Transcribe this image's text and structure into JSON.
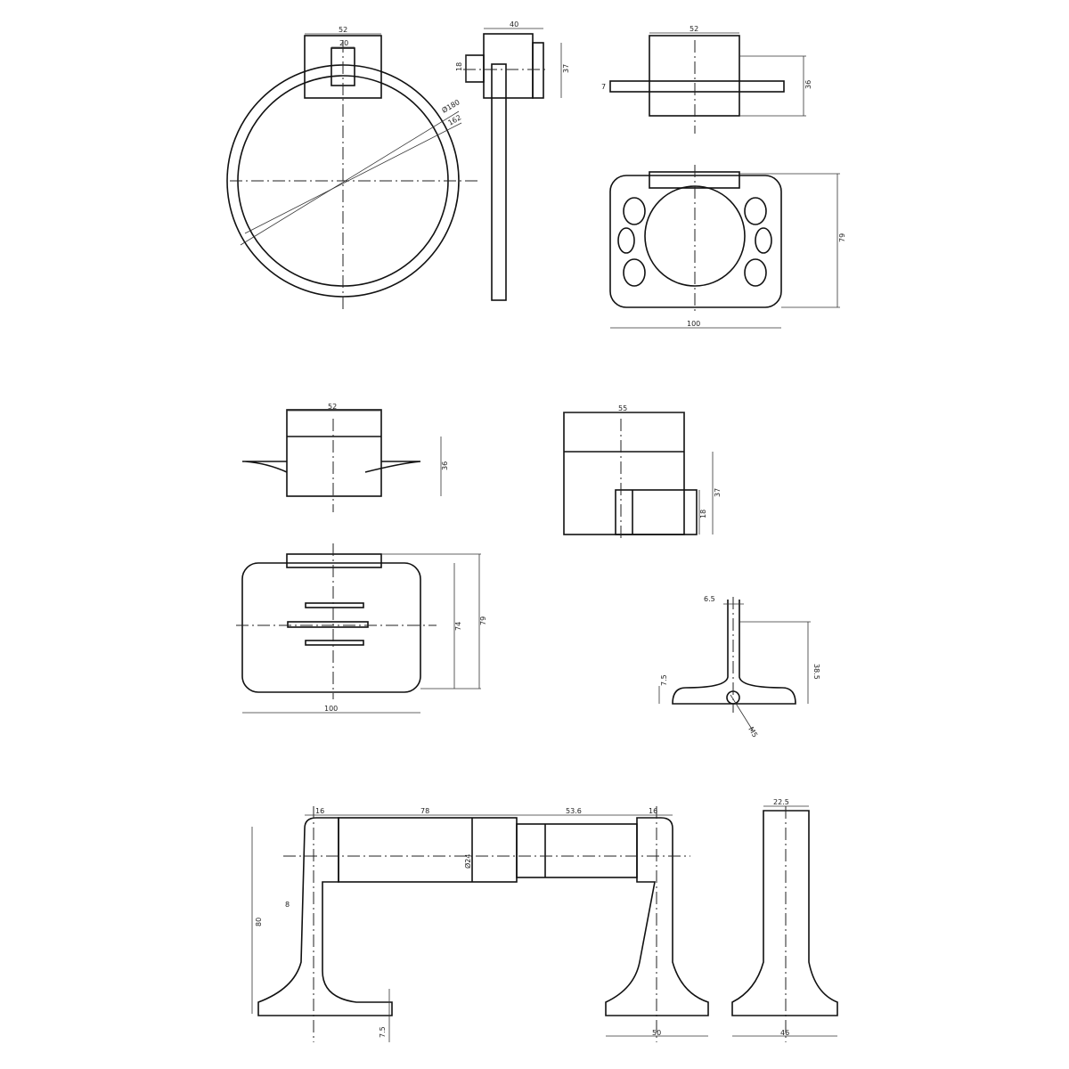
{
  "ring": {
    "width": "52",
    "inner_width": "20",
    "outer_dia": "Ø180",
    "inner_dia": "162"
  },
  "ring_side": {
    "depth": "40",
    "rod": "18",
    "height": "37"
  },
  "ring_top": {
    "width": "52",
    "height": "36",
    "bar": "7"
  },
  "tumbler": {
    "height": "79",
    "width": "100"
  },
  "soap_side": {
    "width": "52",
    "height": "36"
  },
  "cup_side": {
    "width": "55",
    "height": "37",
    "inner": "18"
  },
  "soap_top": {
    "inner_height": "74",
    "height": "79",
    "width": "100"
  },
  "hook": {
    "top": "6.5",
    "height": "38.5",
    "base": "7.5",
    "screw": "M5"
  },
  "paper_holder": {
    "left": "16",
    "span": "78",
    "extension": "53.6",
    "right": "16",
    "dia": "Ø24",
    "wall": "8",
    "height": "80",
    "base": "7.5",
    "foot": "50"
  },
  "paper_side": {
    "width": "22.5",
    "foot": "46"
  }
}
